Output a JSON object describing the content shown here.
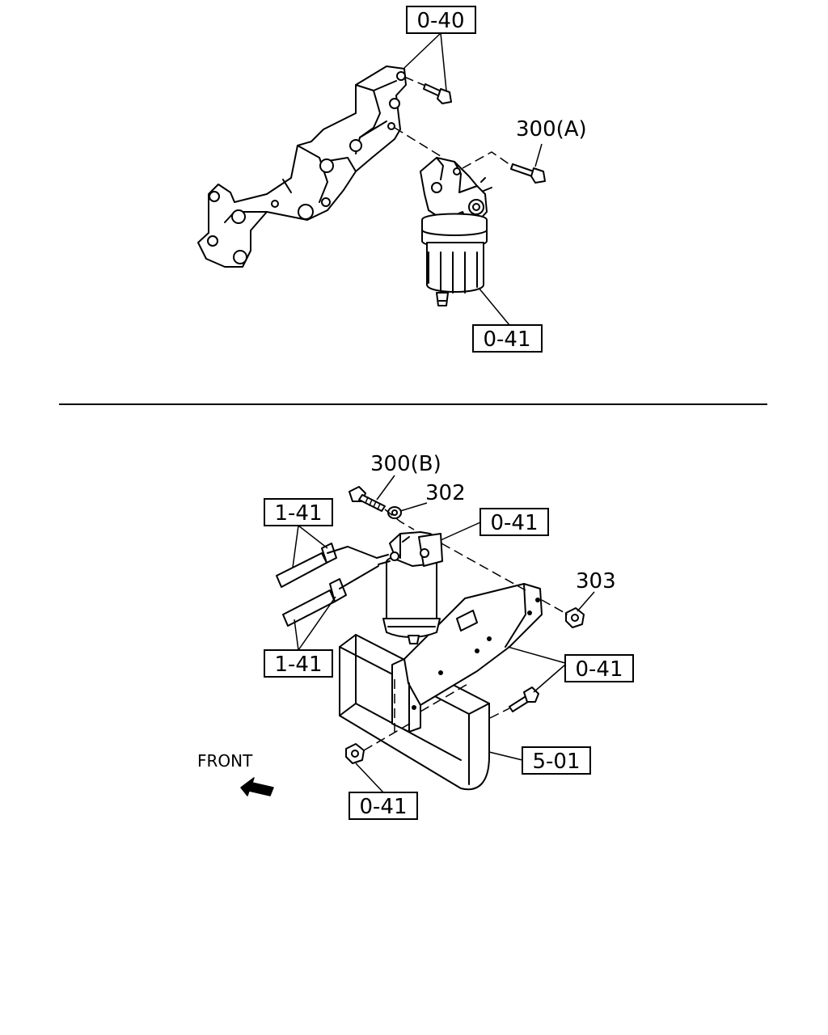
{
  "top_view": {
    "labels": {
      "ref_0_40": "0-40",
      "ref_0_41": "0-41",
      "part_300a": "300(A)"
    }
  },
  "bottom_view": {
    "labels": {
      "part_300b": "300(B)",
      "part_302": "302",
      "part_303": "303",
      "ref_1_41_upper": "1-41",
      "ref_1_41_lower": "1-41",
      "ref_0_41_upper": "0-41",
      "ref_0_41_right": "0-41",
      "ref_0_41_bottom": "0-41",
      "ref_5_01": "5-01",
      "front": "FRONT"
    }
  }
}
